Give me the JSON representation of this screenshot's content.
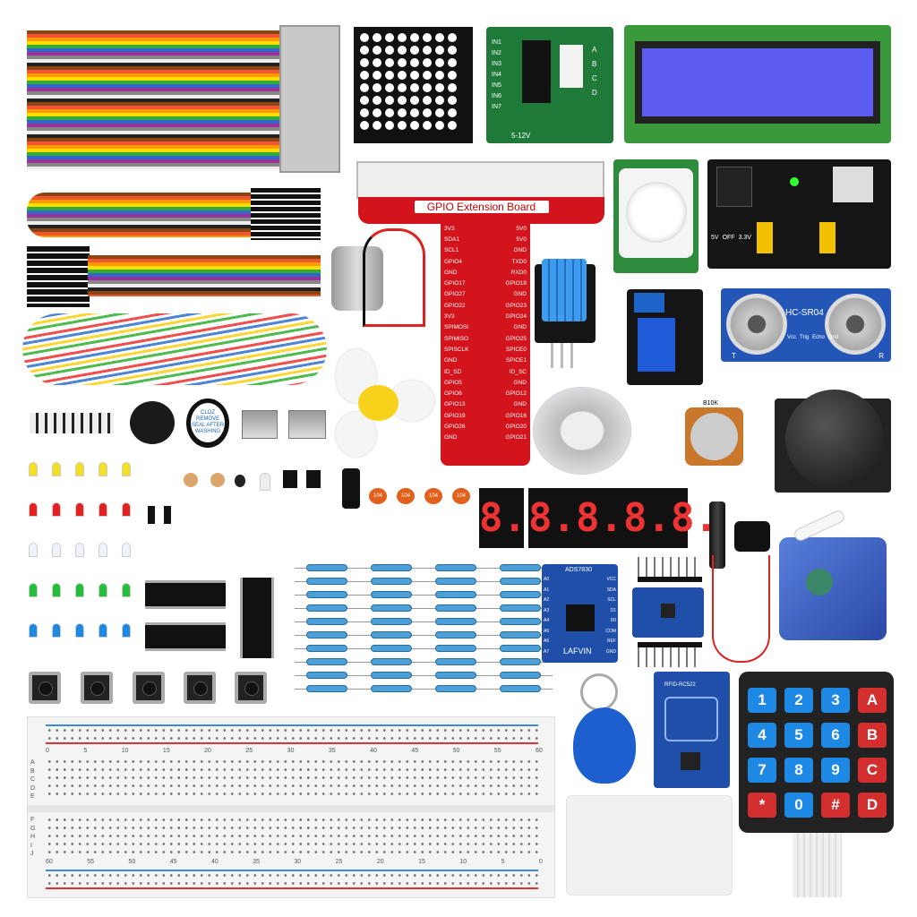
{
  "gpio_board": {
    "title": "GPIO Extension Board",
    "left_pins": [
      "3V3",
      "SDA1",
      "SCL1",
      "GPIO4",
      "GND",
      "GPIO17",
      "GPIO27",
      "GPIO22",
      "3V3",
      "SPIMOSI",
      "SPIMISO",
      "SPISCLK",
      "GND",
      "ID_SD",
      "GPIO5",
      "GPIO6",
      "GPIO13",
      "GPIO19",
      "GPIO26",
      "GND"
    ],
    "right_pins": [
      "5V0",
      "5V0",
      "GND",
      "TXD0",
      "RXD0",
      "GPIO18",
      "GND",
      "GPIO23",
      "GPIO24",
      "GND",
      "GPIO25",
      "SPICE0",
      "SPICE1",
      "ID_SC",
      "GND",
      "GPIO12",
      "GND",
      "GPIO16",
      "GPIO20",
      "GPIO21"
    ]
  },
  "uln_board": {
    "inputs": [
      "IN1",
      "IN2",
      "IN3",
      "IN4",
      "IN5",
      "IN6",
      "IN7"
    ],
    "outputs": [
      "A",
      "B",
      "C",
      "D"
    ],
    "voltage": "5-12V"
  },
  "ultrasonic": {
    "model": "HC-SR04",
    "pins": [
      "Vcc",
      "Trig",
      "Echo",
      "Gnd"
    ],
    "t_label": "T",
    "r_label": "R"
  },
  "adc_board": {
    "model": "ADS7830",
    "brand": "LAFVIN",
    "left_pins": [
      "A0",
      "A1",
      "A2",
      "A3",
      "A4",
      "A5",
      "A6",
      "A7"
    ],
    "right_pins": [
      "VCC",
      "SDA",
      "SCL",
      "D1",
      "D0",
      "COM",
      "REF",
      "GND"
    ]
  },
  "rfid": {
    "model": "RFID-RC522"
  },
  "potentiometer": {
    "value": "B10K"
  },
  "buzzer": {
    "sticker": "CLOZ REMOVE SEAL AFTER WASHING"
  },
  "power_module": {
    "labels": [
      "5V",
      "OFF",
      "3.3V"
    ]
  },
  "seven_segment": {
    "single": "8.",
    "quad": "8.8.8.8."
  },
  "capacitors": {
    "label": "104"
  },
  "keypad": {
    "keys": [
      "1",
      "2",
      "3",
      "A",
      "4",
      "5",
      "6",
      "B",
      "7",
      "8",
      "9",
      "C",
      "*",
      "0",
      "#",
      "D"
    ],
    "digit_color": "#1e88e5",
    "letter_color": "#d32f2f"
  },
  "breadboard": {
    "top_numbers": [
      "0",
      "5",
      "10",
      "15",
      "20",
      "25",
      "30",
      "35",
      "40",
      "45",
      "50",
      "55",
      "60"
    ],
    "bottom_numbers": [
      "60",
      "55",
      "50",
      "45",
      "40",
      "35",
      "30",
      "25",
      "20",
      "15",
      "10",
      "5",
      "0"
    ],
    "rows_top": [
      "A",
      "B",
      "C",
      "D",
      "E"
    ],
    "rows_bottom": [
      "F",
      "G",
      "H",
      "I",
      "J"
    ]
  },
  "colors": {
    "gpio_red": "#d3141c",
    "pcb_blue": "#1f4fa8",
    "pcb_green": "#1f7a3a",
    "lcd_blue": "#5d5cf0"
  }
}
